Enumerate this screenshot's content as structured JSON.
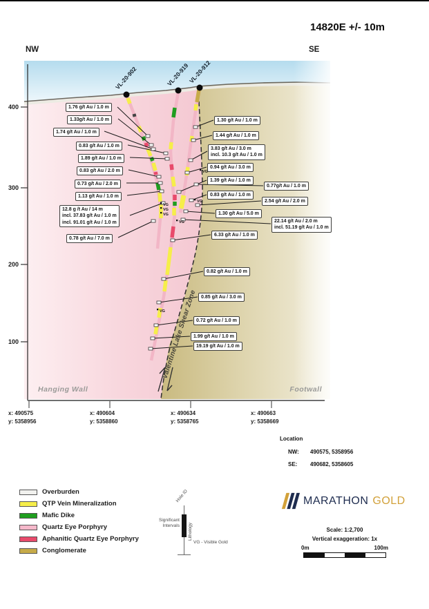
{
  "page": {
    "title": "14820E +/- 10m"
  },
  "section": {
    "nw": "NW",
    "se": "SE",
    "hanging_wall": "Hanging Wall",
    "footwall": "Footwall",
    "shear_zone_label": "Valentine Lake Shear Zone",
    "vg": "VG",
    "holes": [
      {
        "id": "VL-20-902"
      },
      {
        "id": "VL-20-919"
      },
      {
        "id": "VL-20-912"
      }
    ],
    "elevations": [
      {
        "label": "400"
      },
      {
        "label": "300"
      },
      {
        "label": "200"
      },
      {
        "label": "100"
      }
    ],
    "coords": [
      {
        "x": "x: 490575",
        "y": "y: 5358956"
      },
      {
        "x": "x: 490604",
        "y": "y: 5358860"
      },
      {
        "x": "x: 490634",
        "y": "y: 5358765"
      },
      {
        "x": "x: 490663",
        "y": "y: 5358669"
      }
    ],
    "annotations": [
      {
        "text": "1.76 g/t Au / 1.0 m"
      },
      {
        "text": "1.33g/t Au / 1.0 m"
      },
      {
        "text": "1.74 g/t Au / 1.0 m"
      },
      {
        "text": "0.83 g/t Au / 1.0 m"
      },
      {
        "text": "1.89 g/t Au / 1.0 m"
      },
      {
        "text": "0.83 g/t Au / 2.0 m"
      },
      {
        "text": "0.73 g/t Au / 2.0 m"
      },
      {
        "text": "1.13 g/t Au / 1.0 m"
      },
      {
        "text": "12.8 g /t Au / 14 m\nincl. 37.83 g/t Au / 1.0 m\nincl. 91.01 g/t Au / 1.0 m"
      },
      {
        "text": "0.78 g/t Au / 7.0 m"
      },
      {
        "text": "1.30 g/t Au / 1.0 m"
      },
      {
        "text": "1.44 g/t Au / 1.0 m"
      },
      {
        "text": "3.83 g/t Au / 3.0 m\nincl. 10.3 g/t Au / 1.0 m"
      },
      {
        "text": "0.94 g/t Au / 3.0 m"
      },
      {
        "text": "1.39 g/t Au / 1.0 m"
      },
      {
        "text": "0.77g/t Au / 1.0 m"
      },
      {
        "text": "0.83 g/t Au / 1.0 m"
      },
      {
        "text": "2.54 g/t Au / 2.0 m"
      },
      {
        "text": "1.30 g/t Au / 5.0 m"
      },
      {
        "text": "22.14 g/t Au / 2.0 m\nincl. 51.19 g/t Au / 1.0 m"
      },
      {
        "text": "6.33 g/t Au / 1.0 m"
      },
      {
        "text": "0.82 g/t Au / 1.0 m"
      },
      {
        "text": "0.85 g/t Au / 3.0 m"
      },
      {
        "text": "0.72 g/t Au / 1.0 m"
      },
      {
        "text": "1.99 g/t Au / 1.0 m"
      },
      {
        "text": "19.19 g/t Au / 1.0 m"
      }
    ]
  },
  "location": {
    "heading": "Location",
    "rows": [
      {
        "key": "NW:",
        "value": "490575, 5358956"
      },
      {
        "key": "SE:",
        "value": "490682, 5358605"
      }
    ]
  },
  "legend": {
    "items": [
      {
        "label": "Overburden",
        "color": "#f1f1ee"
      },
      {
        "label": "QTP Vein Mineralization",
        "color": "#f6ee4a"
      },
      {
        "label": "Mafic Dike",
        "color": "#1f9e1f"
      },
      {
        "label": "Quartz Eye Porphyry",
        "color": "#f5b8ca"
      },
      {
        "label": "Aphanitic Quartz Eye Porphyry",
        "color": "#e84a6b"
      },
      {
        "label": "Conglomerate",
        "color": "#c7ab49"
      }
    ]
  },
  "key_diagram": {
    "hole_id": "Hole ID",
    "significant": "Significant\nIntervals",
    "lithology": "Lithology",
    "vg_note": "VG - Visible Gold"
  },
  "branding": {
    "primary": "MARATHON",
    "secondary": "GOLD",
    "navy": "#1e2c4f",
    "gold": "#d2a13a"
  },
  "scalebox": {
    "scale": "Scale: 1:2,700",
    "vexag": "Vertical exaggeration: 1x",
    "left": "0m",
    "right": "100m"
  }
}
